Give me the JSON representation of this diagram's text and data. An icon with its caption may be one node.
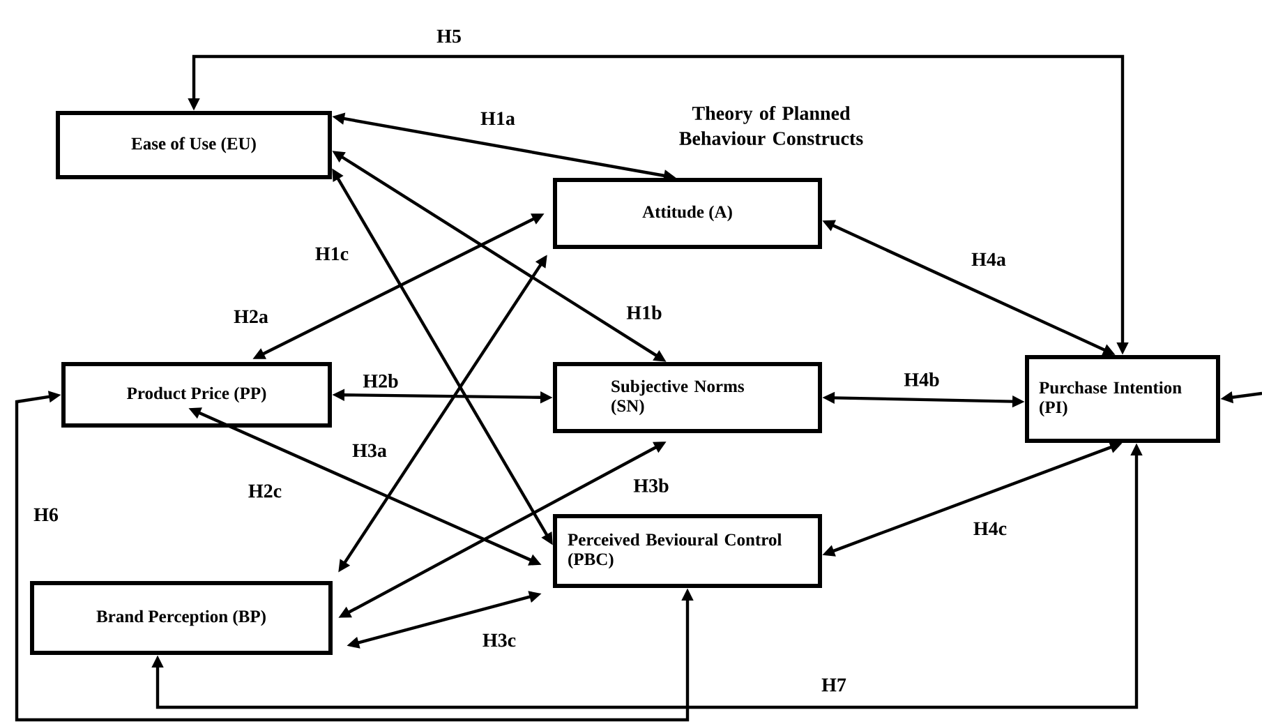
{
  "diagram": {
    "nodes": [
      {
        "text": [
          "Ease of Use (EU)"
        ]
      },
      {
        "text": [
          "Attitude (A)"
        ]
      },
      {
        "text": [
          "Product Price (PP)"
        ]
      },
      {
        "text": [
          "Subjective Norms (SN)"
        ]
      },
      {
        "text": [
          "Purchase Intention (PI)"
        ]
      },
      {
        "text": [
          "Perceived Bevioural Control (PBC)"
        ]
      },
      {
        "text": [
          "Brand Perception (BP)"
        ]
      }
    ],
    "edges": [
      {
        "from": 0,
        "to": 1,
        "arrow": "both",
        "label": "H1a"
      },
      {
        "from": 0,
        "to": 3,
        "arrow": "both",
        "label": "H1b"
      },
      {
        "from": 0,
        "to": 5,
        "arrow": "both",
        "label": "H1c"
      },
      {
        "from": 2,
        "to": 1,
        "arrow": "both",
        "label": "H2a"
      },
      {
        "from": 2,
        "to": 3,
        "arrow": "both",
        "label": "H2b"
      },
      {
        "from": 2,
        "to": 5,
        "arrow": "both",
        "label": "H2c"
      },
      {
        "from": 6,
        "to": 1,
        "arrow": "both",
        "label": "H3a"
      },
      {
        "from": 6,
        "to": 3,
        "arrow": "both",
        "label": "H3b"
      },
      {
        "from": 6,
        "to": 5,
        "arrow": "both",
        "label": "H3c"
      },
      {
        "from": 1,
        "to": 4,
        "arrow": "both",
        "label": "H4a"
      },
      {
        "from": 3,
        "to": 4,
        "arrow": "both",
        "label": "H4b"
      },
      {
        "from": 5,
        "to": 4,
        "arrow": "both",
        "label": "H4c"
      },
      {
        "from": 4,
        "to": 0,
        "arrow": "both",
        "label": "H5"
      },
      {
        "from": 5,
        "to": 2,
        "arrow": "both",
        "label": "H6"
      },
      {
        "from": 6,
        "to": 4,
        "arrow": "both",
        "label": "H7"
      },
      {
        "from": null,
        "to": 4,
        "arrow": "to"
      }
    ],
    "labels": [
      "Theory of Planned Behaviour Constructs"
    ]
  }
}
